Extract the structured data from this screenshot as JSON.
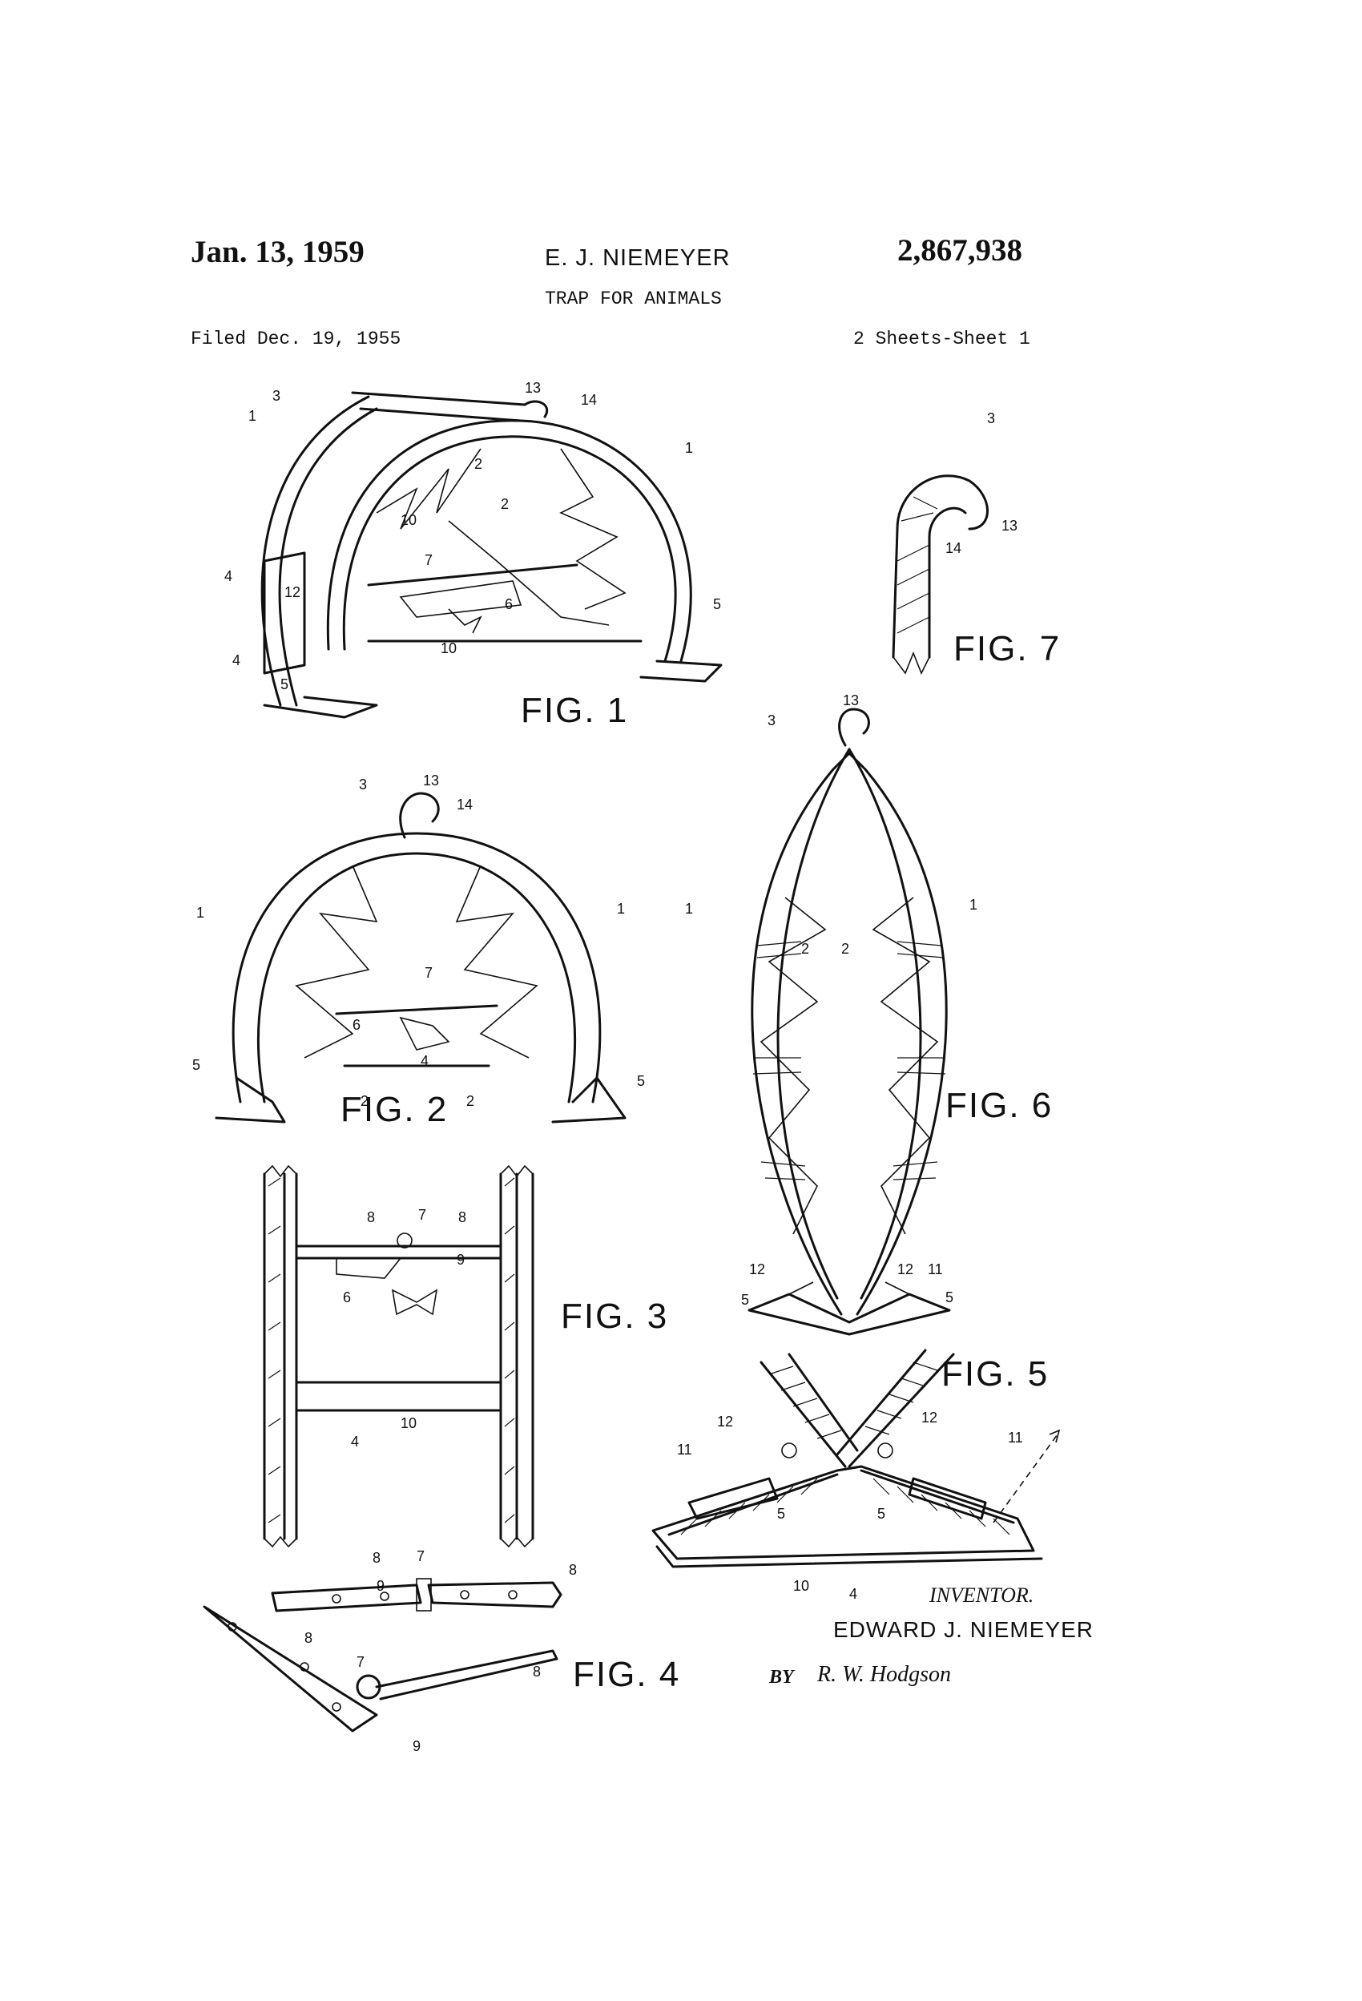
{
  "header": {
    "date": "Jan. 13, 1959",
    "inventor_short": "E. J. NIEMEYER",
    "patent_number": "2,867,938",
    "title": "TRAP FOR ANIMALS",
    "filed": "Filed Dec. 19, 1955",
    "sheets": "2 Sheets-Sheet 1"
  },
  "figures": {
    "fig1": "FIG. 1",
    "fig2": "FIG. 2",
    "fig3": "FIG. 3",
    "fig4": "FIG. 4",
    "fig5": "FIG. 5",
    "fig6": "FIG. 6",
    "fig7": "FIG. 7"
  },
  "reference_numerals": [
    "1",
    "2",
    "3",
    "4",
    "5",
    "6",
    "7",
    "8",
    "9",
    "10",
    "11",
    "12",
    "13",
    "14"
  ],
  "footer": {
    "inventor_label": "INVENTOR.",
    "inventor_name": "EDWARD J. NIEMEYER",
    "by_label": "BY",
    "attorney_signature": "R. W. Hodgson"
  }
}
